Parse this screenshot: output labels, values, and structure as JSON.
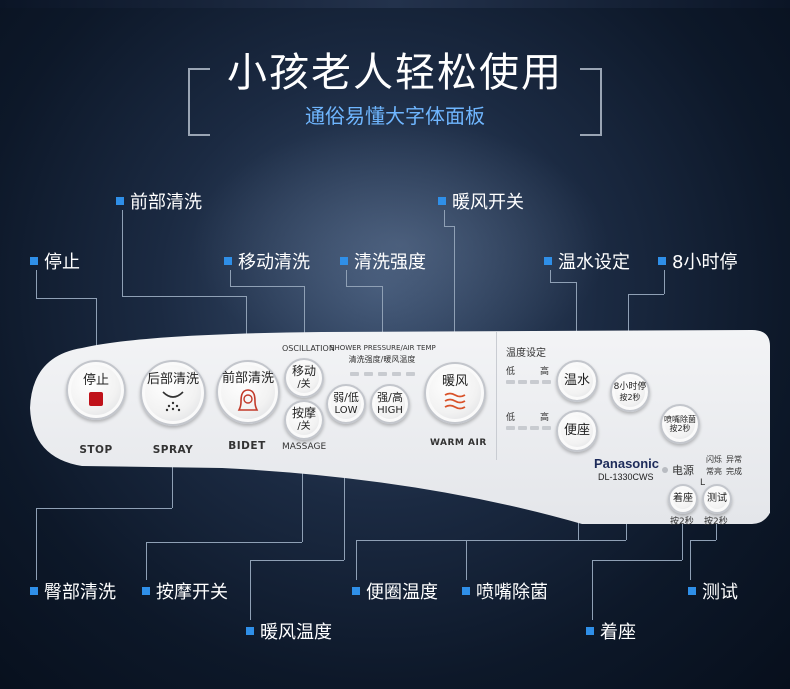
{
  "title": {
    "main": "小孩老人轻松使用",
    "sub": "通俗易懂大字体面板"
  },
  "callouts": {
    "front_wash": "前部清洗",
    "warm_air": "暖风开关",
    "stop": "停止",
    "move_wash": "移动清洗",
    "wash_strength": "清洗强度",
    "water_temp": "温水设定",
    "eight_hour_stop": "8小时停",
    "rear_wash": "臀部清洗",
    "massage": "按摩开关",
    "seat_temp": "便圈温度",
    "nozzle_clean": "喷嘴除菌",
    "test": "测试",
    "warm_air_temp": "暖风温度",
    "seat_sense": "着座"
  },
  "panel": {
    "stop_btn": "停止",
    "stop_cap": "STOP",
    "rear_btn": "后部清洗",
    "rear_cap": "SPRAY",
    "front_btn": "前部清洗",
    "front_cap": "BIDET",
    "osc_cap": "OSCILLATION",
    "move_btn_1": "移动",
    "move_btn_2": "/关",
    "massage_btn_1": "按摩",
    "massage_btn_2": "/关",
    "massage_cap": "MASSAGE",
    "pressure_cap_en": "SHOWER PRESSURE/AIR TEMP",
    "pressure_cap_cn": "清洗强度/暖风温度",
    "low_btn_1": "弱/低",
    "low_btn_2": "LOW",
    "high_btn_1": "强/高",
    "high_btn_2": "HIGH",
    "warm_btn": "暖风",
    "warm_cap": "WARM AIR",
    "temp_setting": "温度设定",
    "low": "低",
    "high": "高",
    "water_btn": "温水",
    "seat_btn": "便座",
    "eight_btn_1": "8小时停",
    "eight_btn_2": "按2秒",
    "nozzle_btn_1": "喷嘴除菌",
    "nozzle_btn_2": "按2秒",
    "flash": "闪烁",
    "abnormal": "异常",
    "always_on": "常亮",
    "complete": "完成",
    "power": "电源",
    "brand": "Panasonic",
    "model": "DL-1330CWS",
    "seat_btn_small": "着座",
    "seat_hold": "按2秒",
    "test_btn": "测试",
    "test_hold": "按2秒",
    "l_mark": "L"
  },
  "colors": {
    "accent": "#2f8fe8",
    "subtitle": "#6fb6ff",
    "stop_red": "#c0121a",
    "warm_orange": "#d9532a"
  }
}
